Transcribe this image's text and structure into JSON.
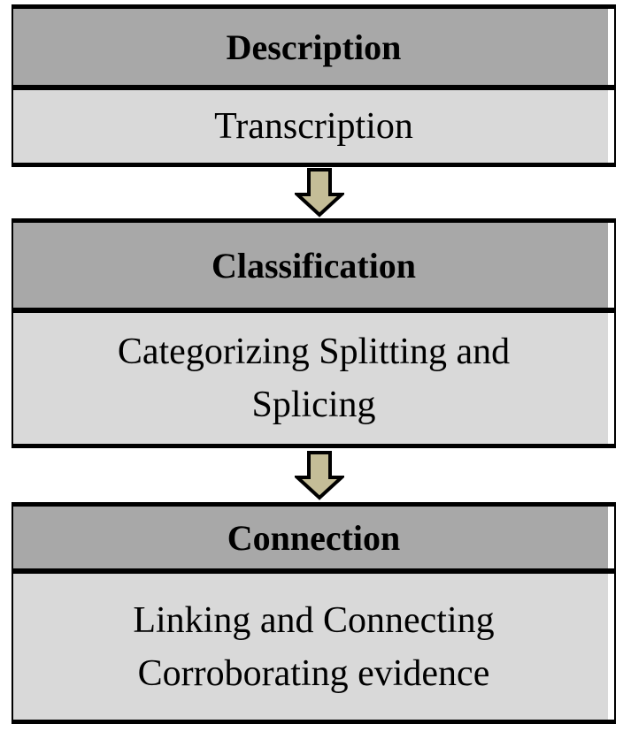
{
  "diagram": {
    "title": "analysis-process-flowchart",
    "stages": [
      {
        "title": "Description",
        "detail": "Transcription"
      },
      {
        "title": "Classification",
        "detail": "Categorizing Splitting and\nSplicing"
      },
      {
        "title": "Connection",
        "detail": "Linking and Connecting\nCorroborating evidence"
      }
    ],
    "colors": {
      "header_bg": "#a8a8a8",
      "body_bg": "#d9d9d9",
      "border": "#000000",
      "arrow_fill": "#c4bd97",
      "arrow_stroke": "#000000"
    }
  }
}
